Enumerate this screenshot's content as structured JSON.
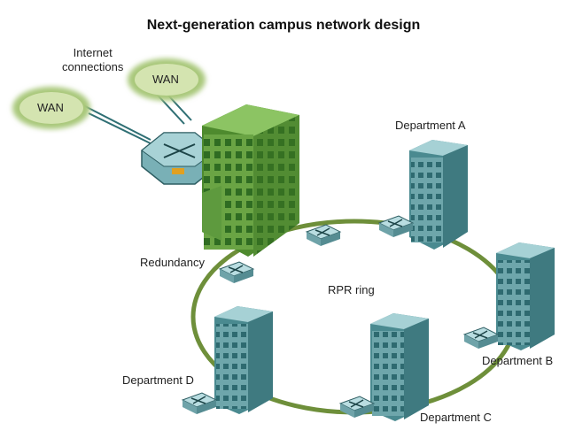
{
  "title": "Next-generation campus network design",
  "labels": {
    "internet": "Internet\nconnections",
    "wan_top": "WAN",
    "wan_left": "WAN",
    "redundancy": "Redundancy",
    "ring": "RPR ring",
    "dept_a": "Department A",
    "dept_b": "Department B",
    "dept_c": "Department C",
    "dept_d": "Department D"
  },
  "colors": {
    "ring": "#6e8f3a",
    "hub_building": "#5f9a3c",
    "dept_building": "#5e9aa0",
    "switch": "#8fc0c6",
    "wan_cloud": "#c7dc9a",
    "router_accent": "#e0a020"
  },
  "icons": [
    "wan-cloud-icon",
    "router-icon",
    "switch-icon",
    "building-icon"
  ]
}
